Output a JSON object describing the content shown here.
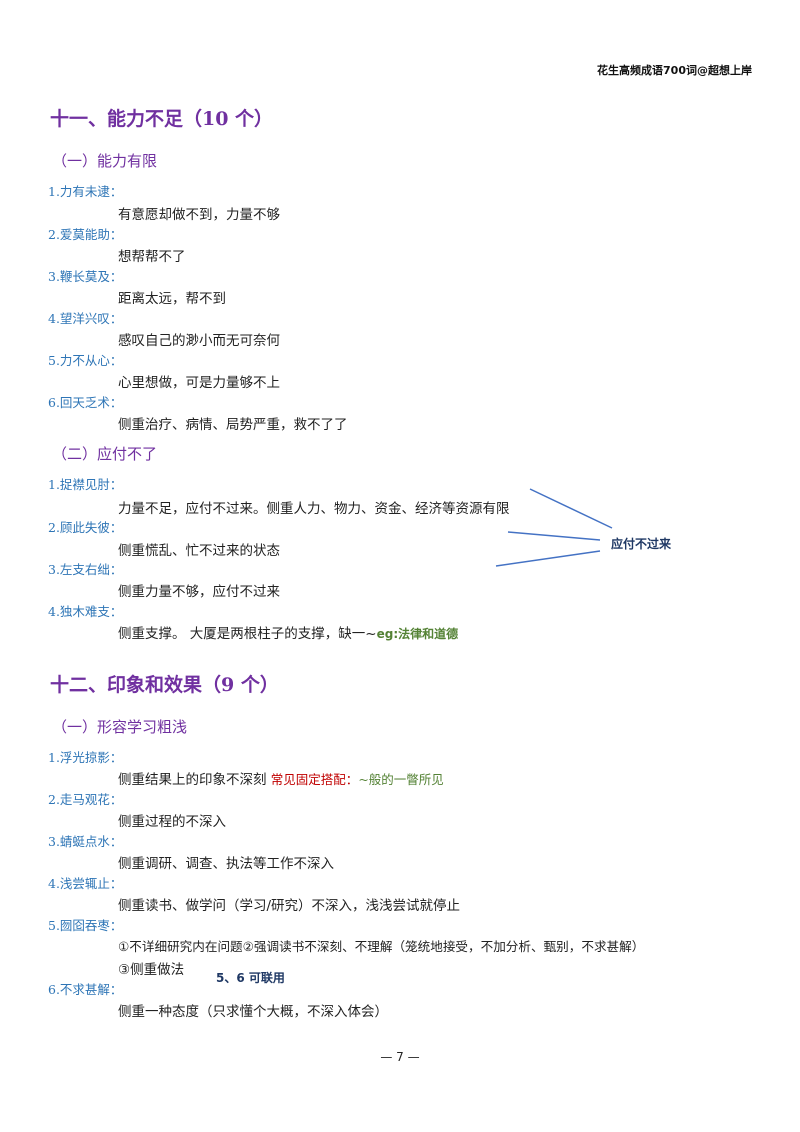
{
  "header": "花生高频成语700词@超想上岸",
  "section10": {
    "title": "十一、能力不足（10 个）",
    "sub1": {
      "title": "（一）能力有限",
      "items": [
        {
          "term": "1.力有未逮：",
          "desc": "有意愿却做不到，力量不够"
        },
        {
          "term": "2.爱莫能助：",
          "desc": "想帮帮不了"
        },
        {
          "term": "3.鞭长莫及：",
          "desc": "距离太远，帮不到"
        },
        {
          "term": "4.望洋兴叹：",
          "desc": "感叹自己的渺小而无可奈何"
        },
        {
          "term": "5.力不从心：",
          "desc": "心里想做，可是力量够不上"
        },
        {
          "term": "6.回天乏术：",
          "desc": "侧重治疗、病情、局势严重，救不了了"
        }
      ]
    },
    "sub2": {
      "title": "（二）应付不了",
      "items": [
        {
          "term": "1.捉襟见肘：",
          "desc": "力量不足，应付不过来。侧重人力、物力、资金、经济等资源有限"
        },
        {
          "term": "2.顾此失彼：",
          "desc": "侧重慌乱、忙不过来的状态"
        },
        {
          "term": "3.左支右绌：",
          "desc": "侧重力量不够，应付不过来"
        },
        {
          "term": "4.独木难支：",
          "desc": "侧重支撑。 大厦是两根柱子的支撑，缺一~",
          "example": "eg:法律和道德"
        }
      ],
      "note": "应付不过来"
    }
  },
  "section12": {
    "title": "十二、印象和效果（9 个）",
    "sub1": {
      "title": "（一）形容学习粗浅",
      "items": [
        {
          "term": "1.浮光掠影：",
          "desc": "侧重结果上的印象不深刻",
          "red": "常见固定搭配：",
          "green": "~般的一瞥所见"
        },
        {
          "term": "2.走马观花：",
          "desc": "侧重过程的不深入"
        },
        {
          "term": "3.蜻蜓点水：",
          "desc": "侧重调研、调查、执法等工作不深入"
        },
        {
          "term": "4.浅尝辄止：",
          "desc": "侧重读书、做学问（学习/研究）不深入，浅浅尝试就停止"
        },
        {
          "term": "5.囫囵吞枣：",
          "desc": "①不详细研究内在问题②强调读书不深刻、不理解（笼统地接受，不加分析、甄别，不求甚解）",
          "desc2": "③侧重做法"
        },
        {
          "term": "6.不求甚解：",
          "desc": "侧重一种态度（只求懂个大概，不深入体会）"
        }
      ],
      "note": "5、6 可联用"
    }
  },
  "page_number": "— 7 —",
  "colors": {
    "heading": "#7030a0",
    "term": "#2e75b6",
    "red": "#c00000",
    "green": "#548235",
    "note": "#1f3864"
  }
}
